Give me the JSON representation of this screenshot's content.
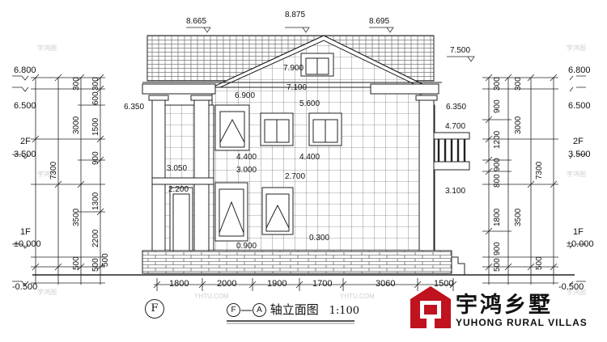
{
  "title": {
    "axis_from": "F",
    "separator": "—",
    "axis_to": "A",
    "text": "轴立面图",
    "scale": "1:100"
  },
  "axis_bubble": "F",
  "brand": {
    "name": "宇鸿乡墅",
    "subtitle": "YUHONG RURAL VILLAS",
    "color": "#c0121f"
  },
  "watermark": "宇鸿图",
  "watermark_sub": "YHTU.COM",
  "elevations": {
    "top": [
      "8.665",
      "8.875",
      "8.695"
    ],
    "right_roof": "7.500",
    "gable": [
      "7.900",
      "7.100"
    ],
    "eave_left": "6.350",
    "eave_right": "6.350",
    "win_upper": [
      "6.900",
      "5.600"
    ],
    "balcony": [
      "4.700",
      "3.100"
    ],
    "sill": [
      "4.400",
      "4.400"
    ],
    "left_mid": [
      "3.050",
      "3.000",
      "2.200"
    ],
    "win_lower": "2.700",
    "bottom": [
      "0.900",
      "0.300"
    ]
  },
  "left_scale": {
    "levels": [
      "6.800",
      "6.500",
      "2F",
      "3.500",
      "1F",
      "±0.000",
      "-0.500"
    ],
    "dims_inner": [
      "300",
      "600",
      "1500",
      "900",
      "1300",
      "2200",
      "500"
    ],
    "dims_mid": [
      "300",
      "3000",
      "3500",
      "500"
    ],
    "dims_outer": [
      "7300"
    ]
  },
  "right_scale": {
    "levels": [
      "6.800",
      "6.500",
      "2F",
      "3.500",
      "1F",
      "±0.000",
      "-0.500"
    ],
    "dims_inner": [
      "300",
      "900",
      "1200",
      "900",
      "800",
      "1800",
      "900",
      "500"
    ],
    "dims_mid": [
      "300",
      "3000",
      "3500",
      "500"
    ],
    "dims_outer": [
      "7300"
    ]
  },
  "bottom_dims": [
    "1800",
    "2000",
    "1900",
    "1700",
    "3060",
    "1500"
  ]
}
